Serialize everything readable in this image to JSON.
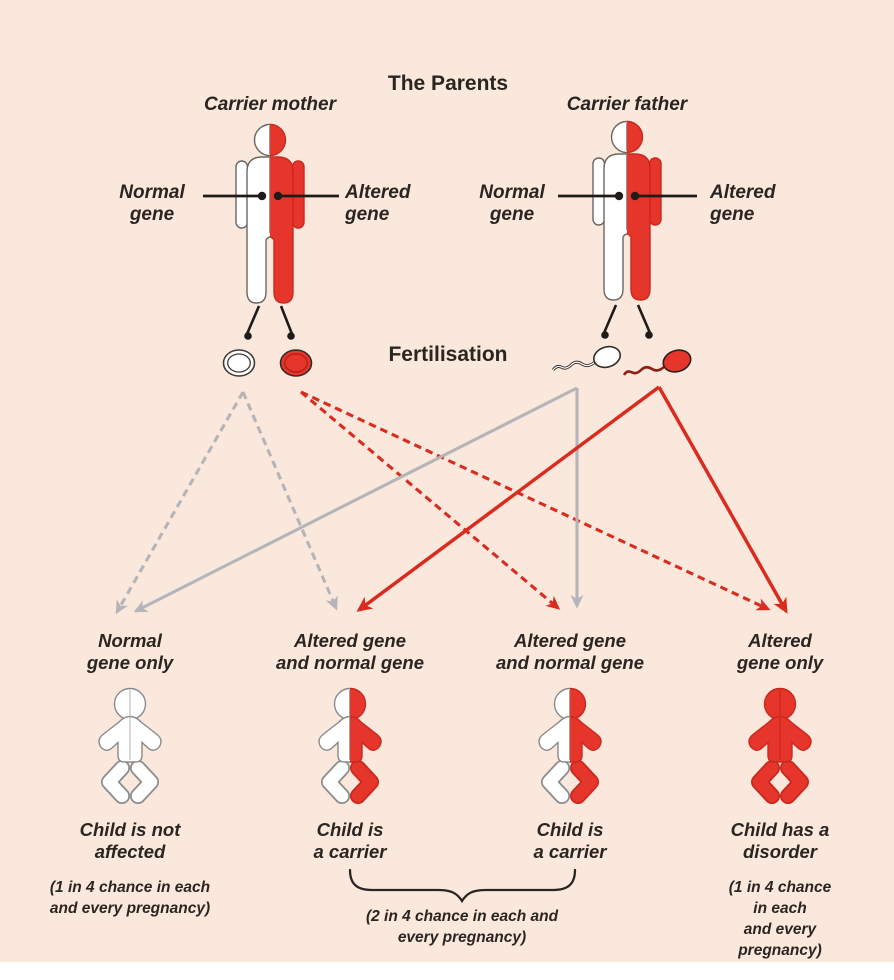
{
  "header": {
    "title": "The Parents"
  },
  "mother": {
    "label": "Carrier mother",
    "normal_gene": "Normal\ngene",
    "altered_gene": "Altered\ngene"
  },
  "father": {
    "label": "Carrier father",
    "normal_gene": "Normal\ngene",
    "altered_gene": "Altered\ngene"
  },
  "fertilisation_label": "Fertilisation",
  "children": [
    {
      "genes": "Normal\ngene only",
      "outcome": "Child is not\naffected",
      "chance": "(1 in 4 chance in each\nand every pregnancy)"
    },
    {
      "genes": "Altered gene\nand normal gene",
      "outcome": "Child is\na carrier"
    },
    {
      "genes": "Altered gene\nand normal gene",
      "outcome": "Child is\na carrier"
    },
    {
      "genes": "Altered\ngene only",
      "outcome": "Child has a\ndisorder",
      "chance": "(1 in 4 chance in each\nand every pregnancy)"
    }
  ],
  "carrier_chance": "(2 in 4 chance in each and\nevery pregnancy)",
  "icons": {
    "mother": "half-red-person-figure",
    "father": "half-red-person-figure",
    "gametes": [
      "normal-egg",
      "altered-egg",
      "normal-sperm",
      "altered-sperm"
    ],
    "babies": [
      "all-white-baby",
      "half-red-baby",
      "half-red-baby",
      "all-red-baby"
    ]
  },
  "inheritance_arrows": [
    {
      "from": "normal-egg",
      "to": "child-1",
      "style": "dashed-gray"
    },
    {
      "from": "normal-egg",
      "to": "child-2",
      "style": "dashed-gray"
    },
    {
      "from": "altered-egg",
      "to": "child-3",
      "style": "dashed-red"
    },
    {
      "from": "altered-egg",
      "to": "child-4",
      "style": "dashed-red"
    },
    {
      "from": "normal-sperm",
      "to": "child-1",
      "style": "solid-gray"
    },
    {
      "from": "normal-sperm",
      "to": "child-3",
      "style": "solid-gray"
    },
    {
      "from": "altered-sperm",
      "to": "child-2",
      "style": "solid-red"
    },
    {
      "from": "altered-sperm",
      "to": "child-4",
      "style": "solid-red"
    }
  ],
  "colors": {
    "background": "#fae8dc",
    "figure_red": "#e6352a",
    "figure_red_outline": "#c9281e",
    "figure_gray_outline": "#6b6663",
    "arrow_gray": "#b5b5b9",
    "arrow_red": "#da2b1f",
    "ink": "#2b2522"
  }
}
